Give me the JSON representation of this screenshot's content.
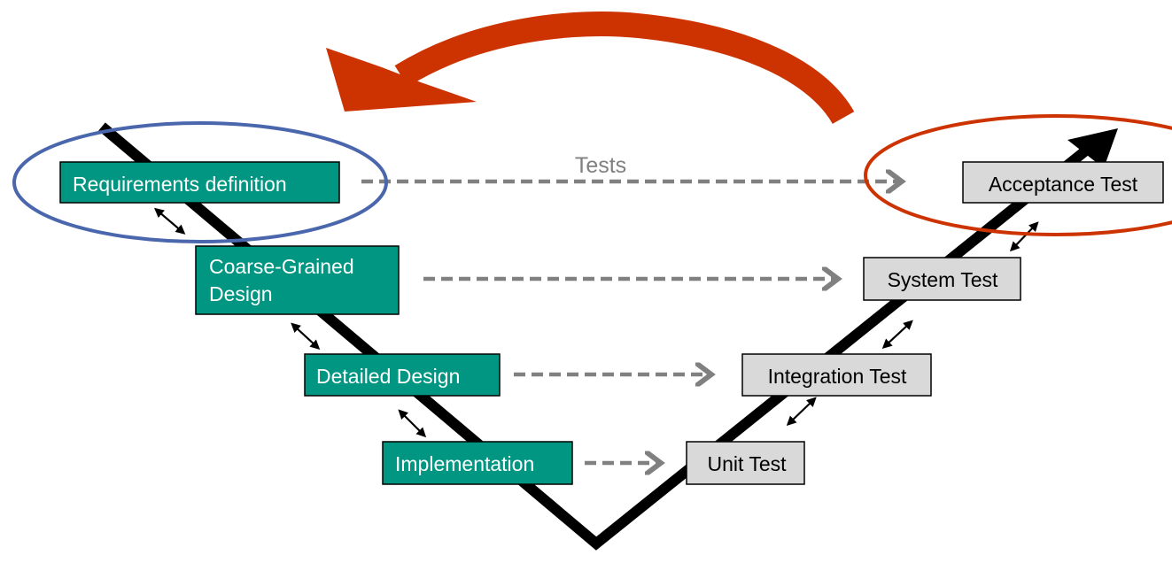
{
  "colors": {
    "design_box": "#009682",
    "test_box": "#d9d9d9",
    "feedback_arrow": "#cc3300",
    "requirements_ellipse": "#4a66ac",
    "acceptance_ellipse": "#cc3300",
    "dashed_arrow": "#808080"
  },
  "tests_label": "Tests",
  "design_phases": [
    {
      "label_lines": [
        "Requirements definition"
      ]
    },
    {
      "label_lines": [
        "Coarse-Grained",
        "Design"
      ]
    },
    {
      "label_lines": [
        "Detailed Design"
      ]
    },
    {
      "label_lines": [
        "Implementation"
      ]
    }
  ],
  "test_phases": [
    {
      "label": "Acceptance Test"
    },
    {
      "label": "System Test"
    },
    {
      "label": "Integration Test"
    },
    {
      "label": "Unit Test"
    }
  ]
}
